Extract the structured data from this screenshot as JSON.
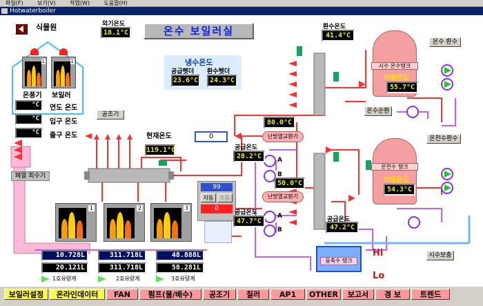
{
  "menubar": {
    "items": [
      "파일(F)",
      "보기(V)",
      "작업(W)",
      "도움말(H)"
    ]
  },
  "window": {
    "title": "Hotwaterboiler"
  },
  "colors": {
    "hot_pipe": "#ff3030",
    "cold_pipe": "#c060ff",
    "tank": "#f5a0a0",
    "lcd_text": "#f0f000",
    "panel": "#d4d0c8"
  },
  "header": {
    "section_title": "온수 보일러실",
    "outside_temp_label": "외기온도",
    "outside_temp_value": "18.1°C"
  },
  "left": {
    "plant_title": "식물원",
    "heater_label": "온풍기",
    "boiler_label": "보일러",
    "heater_no": "1",
    "boiler_no": "1",
    "temp_rows": [
      {
        "value": "°C",
        "label": "연도 온도"
      },
      {
        "value": "°C",
        "label": "입구 온도"
      },
      {
        "value": "°C",
        "label": "출구 온도"
      }
    ],
    "heat_recovery_label": "폐열 회수기",
    "air_handler_btn": "공조기"
  },
  "cold_water": {
    "title": "냉수온도",
    "supply_header_label": "공급헷더",
    "return_header_label": "환수헷더",
    "supply_value": "23.6°C",
    "return_value": "24.3°C"
  },
  "current_temp": {
    "label": "현재온도",
    "value": "119.1°C"
  },
  "setpoint": {
    "value": "0"
  },
  "exchangers": {
    "ex1_label": "난방열교환기",
    "ex2_label": "난방열교환기",
    "ex1_temp": "80.0°C",
    "ex2_temp": "50.0°C",
    "supply1_label": "공급온도",
    "supply1_value": "28.2°C",
    "supply2_label": "공급온도",
    "supply2_value": "47.7°C",
    "pump_a": "A",
    "pump_b": "B"
  },
  "control": {
    "level_value": "99",
    "auto_label": "자동",
    "manual_label": "수동",
    "output_value": "0"
  },
  "return_temp": {
    "label": "환수온도",
    "value": "41.4°C"
  },
  "supply_header": {
    "label": "공급온도",
    "value": "47.2°C"
  },
  "tanks": {
    "city_tank_label": "시수 온수탱크",
    "city_storage_label": "저탕온도",
    "city_value": "55.7°C",
    "hot_return_btn": "온수 환수",
    "hot_circ_btn": "온수순환",
    "spa_btn": "온천수환수",
    "spa_tank_label": "온천수 탱크",
    "spa_storage_label": "저탕온도",
    "spa_value": "54.3°C",
    "storage_tank_label": "응축수 탱크",
    "hi_label": "Hi",
    "lo_label": "Lo",
    "city_supply_btn": "시수보충"
  },
  "boilers": [
    {
      "no": "1",
      "flow": "10.728L",
      "total": "20.121L",
      "meter": "1호유량계"
    },
    {
      "no": "2",
      "flow": "311.718L",
      "total": "311.718L",
      "meter": "2호유량계"
    },
    {
      "no": "3",
      "flow": "48.888L",
      "total": "58.281L",
      "meter": "3호유량계"
    }
  ],
  "bottom_tabs": [
    "보일러설정",
    "온라인데이터",
    "FAN",
    "펌프(물/배수)",
    "공조기",
    "칠러",
    "AP1",
    "OTHER",
    "보고서",
    "경 보",
    "트렌드"
  ]
}
